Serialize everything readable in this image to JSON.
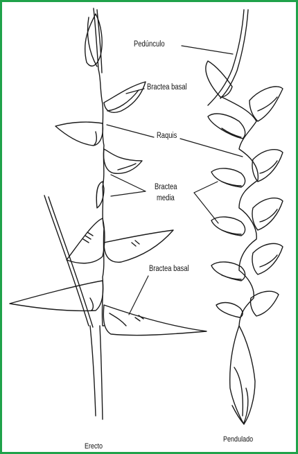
{
  "colors": {
    "border": "#1fa24a",
    "ink": "#1a1a1a",
    "background": "#ffffff"
  },
  "labels": {
    "pedunculo": "Pedúnculo",
    "bractea_basal_top": "Bractea basal",
    "raquis": "Raquis",
    "bractea_media_line1": "Bractea",
    "bractea_media_line2": "media",
    "bractea_basal_bottom": "Bractea basal"
  },
  "captions": {
    "erecto": "Erecto",
    "pendulado": "Pendulado"
  }
}
